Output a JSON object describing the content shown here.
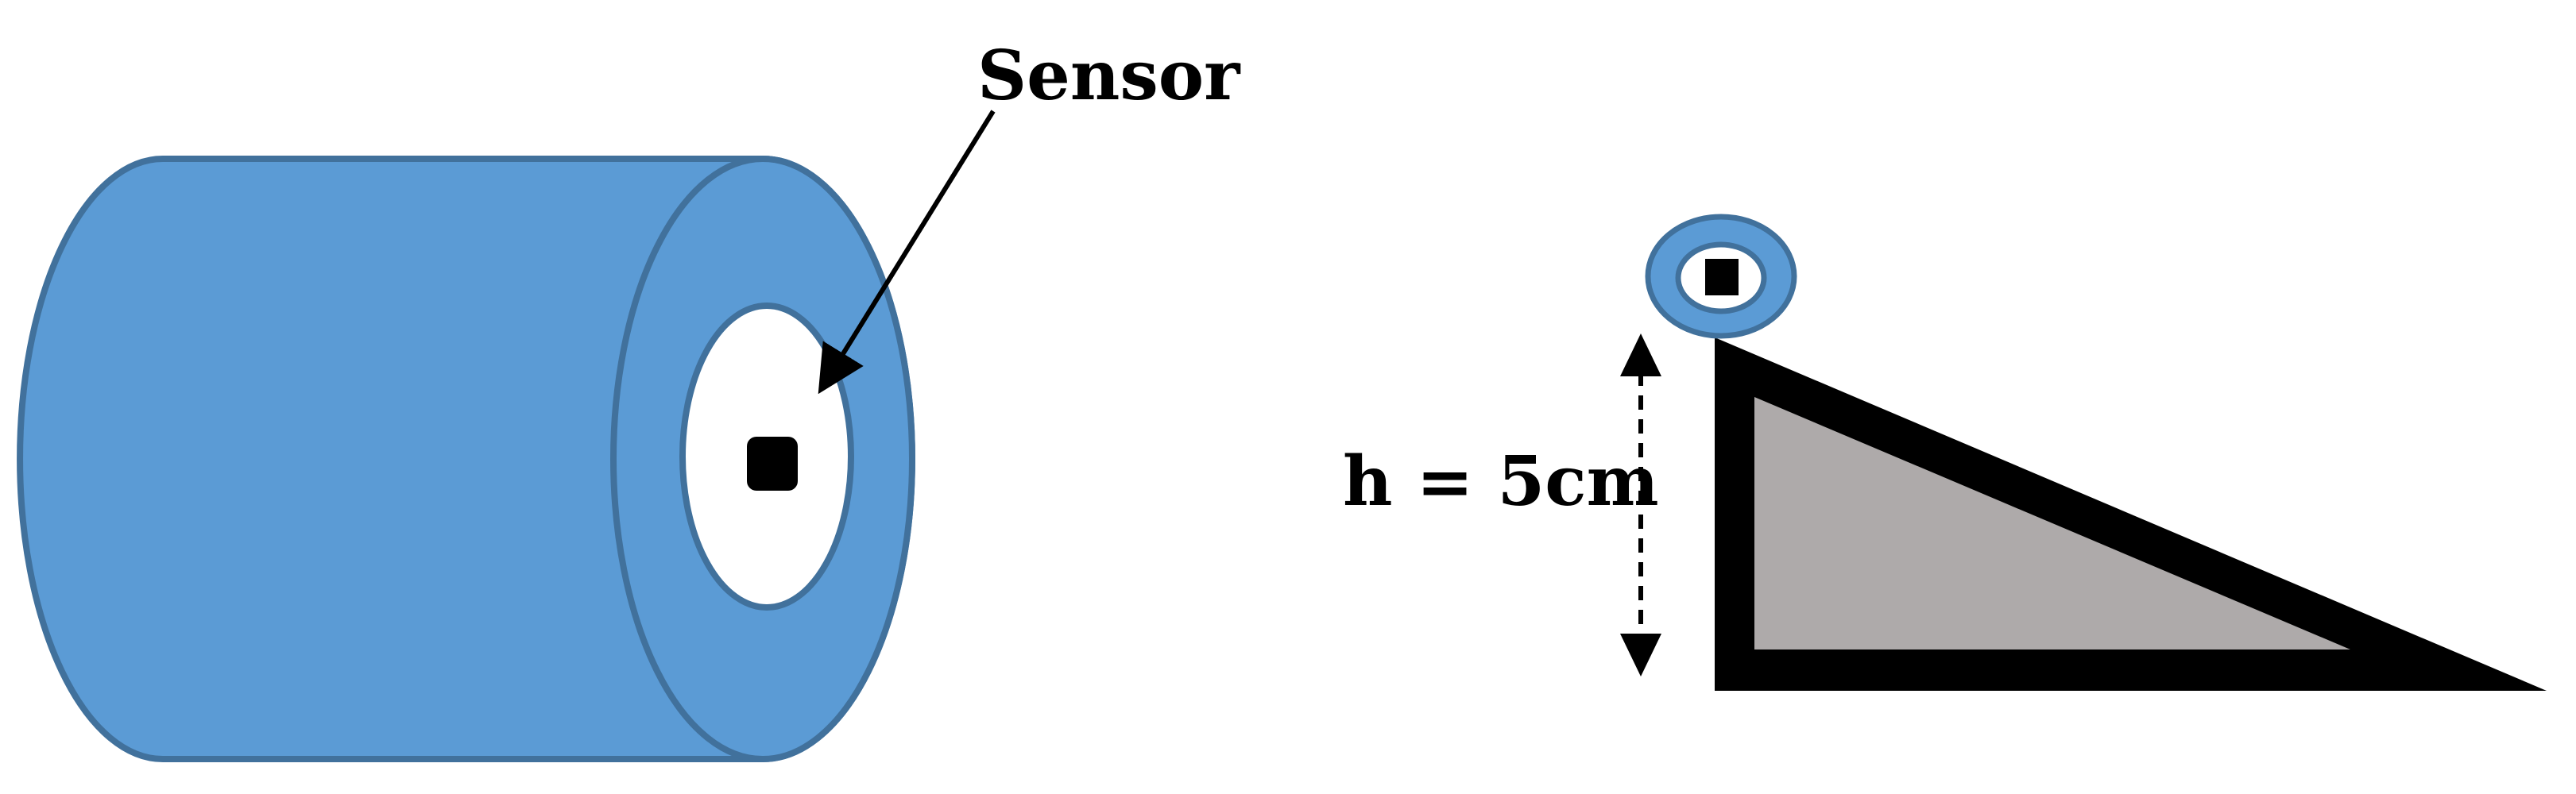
{
  "labels": {
    "sensor": "Sensor",
    "height": "h = 5cm"
  },
  "colors": {
    "cylinder_fill": "#5B9BD5",
    "cylinder_stroke": "#41719C",
    "ramp_fill": "#AEAAAA",
    "ramp_border": "#000000",
    "sensor_face": "#FFFFFF",
    "sensor_chip": "#000000"
  },
  "icons": {
    "pointer": "arrow",
    "dimension": "double-headed-dashed-arrow"
  }
}
